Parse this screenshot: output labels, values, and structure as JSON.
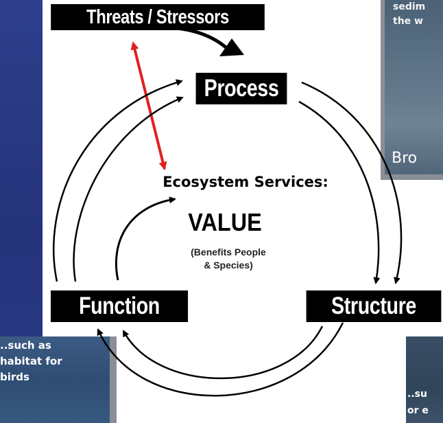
{
  "diagram": {
    "threats_label": "Threats / Stressors",
    "process_label": "Process",
    "function_label": "Function",
    "structure_label": "Structure",
    "ecosystem_services_label": "Ecosystem Services:",
    "value_label": "VALUE",
    "benefits_line1": "(Benefits People",
    "benefits_line2": "& Species)"
  },
  "photos": {
    "top_right_caption_line1": "sedim",
    "top_right_caption_line2": "the w",
    "top_right_large_text": "Bro",
    "bottom_left_caption_line1": "..such as",
    "bottom_left_caption_line2": "habitat for",
    "bottom_left_caption_line3": "birds",
    "bottom_right_caption_line1": "..su",
    "bottom_right_caption_line2": "or e"
  },
  "colors": {
    "label_background": "#000000",
    "label_text": "#ffffff",
    "link_arrow": "#e02020",
    "cycle_arrows": "#000000",
    "slide_background": "#2e3f8c"
  }
}
